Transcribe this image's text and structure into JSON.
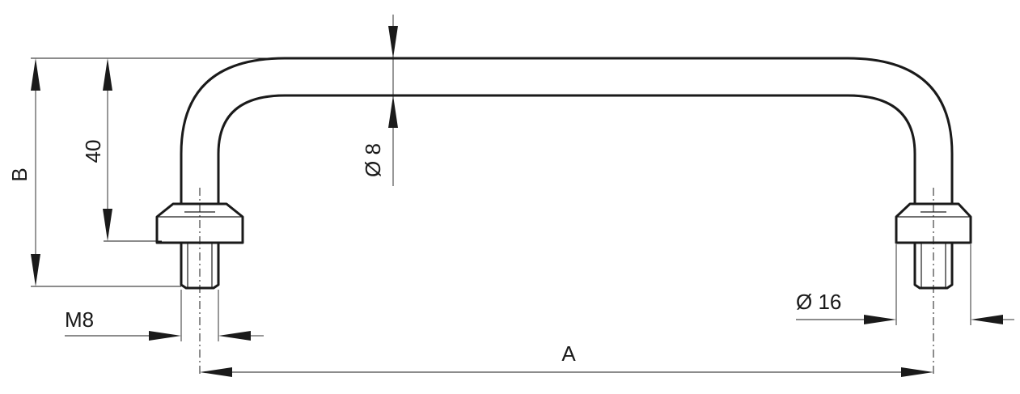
{
  "dimensions": {
    "overall_width": "A",
    "overall_height": "B",
    "grip_height": "40",
    "rod_diameter": "Ø 8",
    "thread": "M8",
    "collar_diameter": "Ø 16"
  },
  "colors": {
    "line": "#1a1a1a",
    "background": "#ffffff"
  }
}
